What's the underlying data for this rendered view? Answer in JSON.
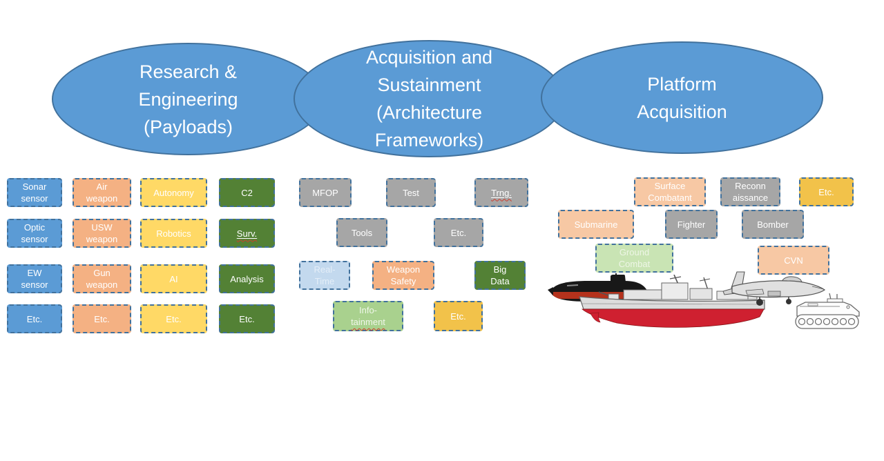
{
  "ellipses": [
    {
      "label": "Research &\nEngineering\n(Payloads)"
    },
    {
      "label": "Acquisition and\nSustainment\n(Architecture\nFrameworks)"
    },
    {
      "label": "Platform\nAcquisition"
    }
  ],
  "left_grid": {
    "boxes": [
      {
        "label": "Sonar\nsensor",
        "color": "blue"
      },
      {
        "label": "Air\nweapon",
        "color": "orange"
      },
      {
        "label": "Autonomy",
        "color": "yellow"
      },
      {
        "label": "C2",
        "color": "green"
      },
      {
        "label": "Optic\nsensor",
        "color": "blue"
      },
      {
        "label": "USW\nweapon",
        "color": "orange"
      },
      {
        "label": "Robotics",
        "color": "yellow"
      },
      {
        "label": "Surv.",
        "color": "green",
        "underlined": true,
        "spellcheck_squiggle": true
      },
      {
        "label": "EW\nsensor",
        "color": "blue"
      },
      {
        "label": "Gun\nweapon",
        "color": "orange"
      },
      {
        "label": "AI",
        "color": "yellow"
      },
      {
        "label": "Analysis",
        "color": "green"
      },
      {
        "label": "Etc.",
        "color": "blue"
      },
      {
        "label": "Etc.",
        "color": "orange"
      },
      {
        "label": "Etc.",
        "color": "yellow"
      },
      {
        "label": "Etc.",
        "color": "green"
      }
    ]
  },
  "middle_grid": {
    "boxes": [
      {
        "label": "MFOP",
        "color": "gray"
      },
      {
        "label": "Test",
        "color": "gray"
      },
      {
        "label": "Trng.",
        "color": "gray",
        "underlined": true,
        "spellcheck_squiggle": true
      },
      {
        "label": "Tools",
        "color": "gray"
      },
      {
        "label": "Etc.",
        "color": "gray"
      },
      {
        "label": "Real-\nTime",
        "color": "light_blue"
      },
      {
        "label": "Weapon\nSafety",
        "color": "orange"
      },
      {
        "label": "Big\nData",
        "color": "green"
      },
      {
        "label_top": "Info-",
        "label_bottom": "tainment",
        "color": "light_green",
        "spellcheck_squiggle": true
      },
      {
        "label": "Etc.",
        "color": "gold"
      }
    ]
  },
  "right_grid": {
    "boxes": [
      {
        "label": "Surface\nCombatant",
        "color": "peach"
      },
      {
        "label": "Reconn\naissance",
        "color": "gray"
      },
      {
        "label": "Etc.",
        "color": "gold"
      },
      {
        "label": "Submarine",
        "color": "peach"
      },
      {
        "label": "Fighter",
        "color": "gray"
      },
      {
        "label": "Bomber",
        "color": "gray"
      },
      {
        "label": "Ground\nCombat",
        "color": "pale_green"
      },
      {
        "label": "CVN",
        "color": "peach"
      }
    ]
  },
  "platform_icons": [
    {
      "name": "submarine-image"
    },
    {
      "name": "surface-combatant-ship-image"
    },
    {
      "name": "fighter-jet-image"
    },
    {
      "name": "amphibious-vehicle-image"
    }
  ],
  "colors": {
    "ellipse_fill": "#5b9bd5",
    "ellipse_stroke": "#41719c",
    "dashed_border": "#41719c",
    "blue": "#5b9bd5",
    "orange": "#f4b183",
    "peach": "#f7c8a4",
    "yellow": "#ffd966",
    "gold": "#f2c24a",
    "green": "#538135",
    "gray": "#a6a6a6",
    "light_blue": "#c3d9ee",
    "light_green": "#a9d18e",
    "pale_green": "#c9e4b4",
    "text": "#ffffff",
    "ship_bottom_red": "#cf2030",
    "submarine_black": "#181818",
    "spellcheck_red": "#cf3b2a"
  }
}
